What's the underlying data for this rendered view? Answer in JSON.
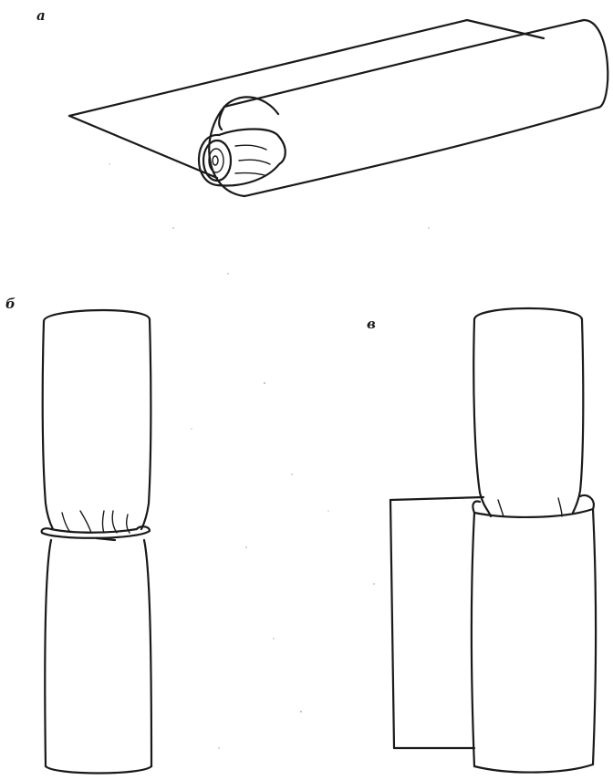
{
  "figure": {
    "labels": {
      "a": "а",
      "b": "б",
      "c": "в"
    },
    "colors": {
      "ink": "#1a1a1a",
      "paper": "#ffffff"
    }
  }
}
